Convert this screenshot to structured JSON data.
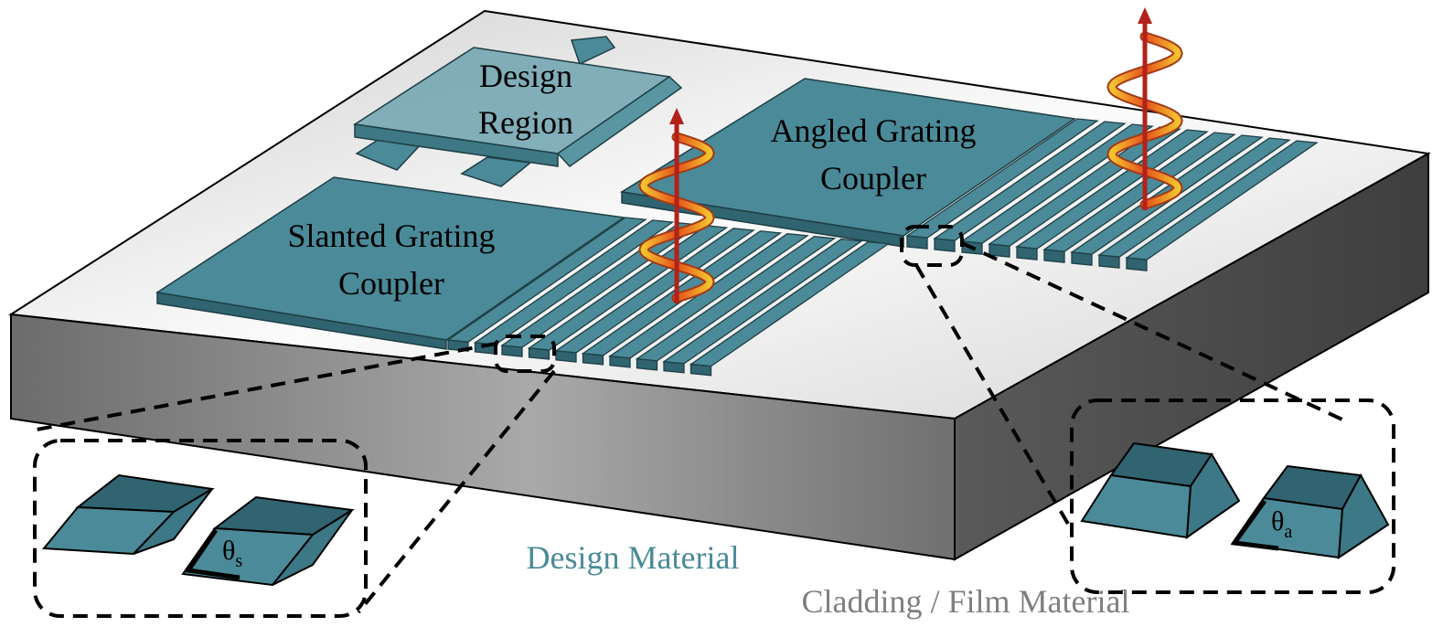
{
  "labels": {
    "design_region_line1": "Design",
    "design_region_line2": "Region",
    "angled_line1": "Angled Grating",
    "angled_line2": "Coupler",
    "slanted_line1": "Slanted Grating",
    "slanted_line2": "Coupler",
    "design_material": "Design Material",
    "cladding_material": "Cladding / Film Material",
    "theta_symbol": "θ",
    "theta_s_sub": "s",
    "theta_a_sub": "a"
  },
  "colors": {
    "design": "#4b8a98",
    "design_dark": "#2f6470",
    "design_label": "#4b8a98",
    "cladding_label": "#7f7f7f",
    "wave_red": "#b2221a",
    "wave_yellow": "#f4c430"
  }
}
